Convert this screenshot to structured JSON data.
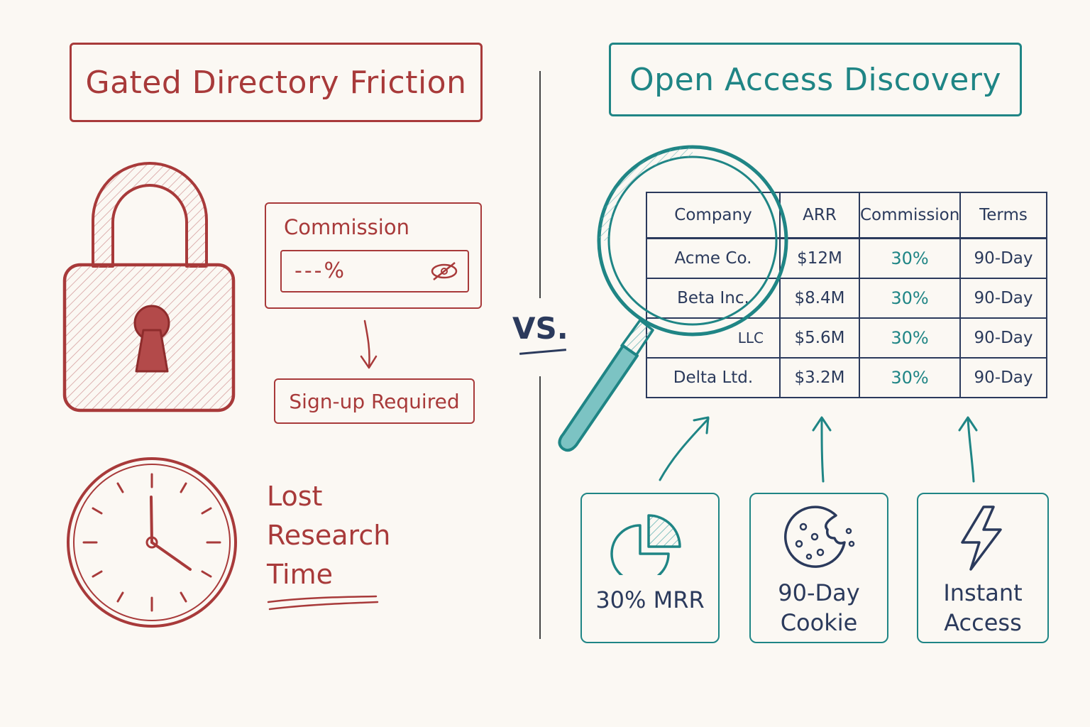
{
  "left": {
    "title": "Gated Directory Friction",
    "commission_label": "Commission",
    "commission_value": "---%",
    "signup_label": "Sign-up Required",
    "lost_time": [
      "Lost",
      "Research",
      "Time"
    ]
  },
  "vs_label": "VS.",
  "right": {
    "title": "Open Access Discovery",
    "table": {
      "headers": [
        "Company",
        "ARR",
        "Commission",
        "Terms"
      ],
      "rows": [
        [
          "Acme Co.",
          "$12M",
          "30%",
          "90-Day"
        ],
        [
          "Beta Inc.",
          "$8.4M",
          "30%",
          "90-Day"
        ],
        [
          "LLC",
          "$5.6M",
          "30%",
          "90-Day"
        ],
        [
          "Delta Ltd.",
          "$3.2M",
          "30%",
          "90-Day"
        ]
      ]
    },
    "features": [
      {
        "label": "30% MRR",
        "icon": "pie-chart-icon"
      },
      {
        "label_line1": "90-Day",
        "label_line2": "Cookie",
        "icon": "cookie-icon"
      },
      {
        "label_line1": "Instant",
        "label_line2": "Access",
        "icon": "lightning-icon"
      }
    ]
  },
  "colors": {
    "red": "#a83a3a",
    "teal": "#1f8585",
    "navy": "#2b3a5c",
    "background": "#fbf8f3"
  }
}
